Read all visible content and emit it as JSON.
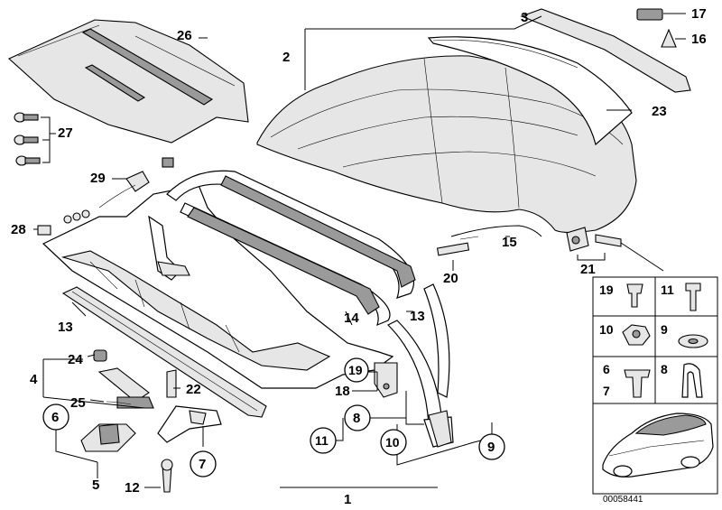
{
  "diagram": {
    "reference_number": "00058441",
    "labels": {
      "l1": "1",
      "l2": "2",
      "l3": "3",
      "l4": "4",
      "l5": "5",
      "l6": "6",
      "l7": "7",
      "l8": "8",
      "l9": "9",
      "l10": "10",
      "l11": "11",
      "l12": "12",
      "l13a": "13",
      "l13b": "13",
      "l14": "14",
      "l15": "15",
      "l16": "16",
      "l17": "17",
      "l18": "18",
      "l19": "19",
      "l20": "20",
      "l21": "21",
      "l22": "22",
      "l23": "23",
      "l24": "24",
      "l25": "25",
      "l26": "26",
      "l27": "27",
      "l28": "28",
      "l29": "29"
    },
    "parts_grid": {
      "c19": "19",
      "c11": "11",
      "c10": "10",
      "c9": "9",
      "c6": "6",
      "c7": "7",
      "c8": "8"
    }
  }
}
